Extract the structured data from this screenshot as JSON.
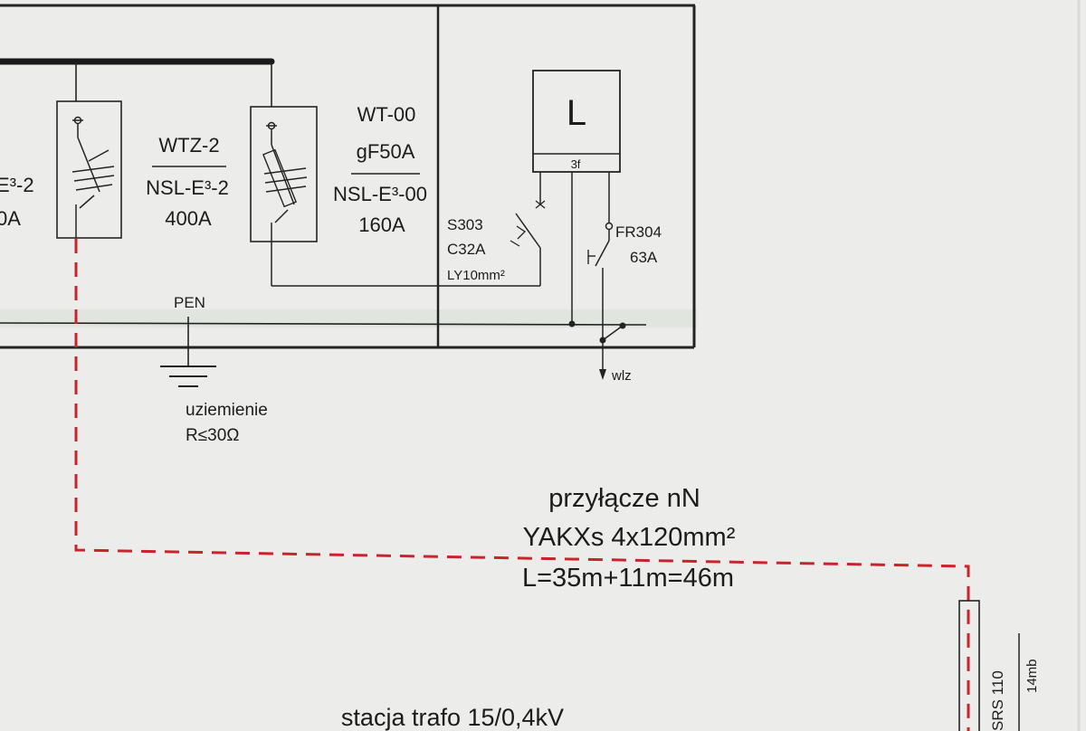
{
  "left_partial": {
    "line1": "E³-2",
    "line2": "0A"
  },
  "wtz2": {
    "name": "WTZ-2",
    "fuse": "NSL-E³-2",
    "rating": "400A"
  },
  "wt00": {
    "name": "WT-00",
    "fuse_type": "gF50A",
    "fuse": "NSL-E³-00",
    "rating": "160A"
  },
  "meter": {
    "symbol": "L",
    "phase": "3f"
  },
  "s303": {
    "name": "S303",
    "rating": "C32A",
    "cable": "LY10mm²"
  },
  "fr304": {
    "name": "FR304",
    "rating": "63A"
  },
  "pen": {
    "label": "PEN"
  },
  "grounding": {
    "label": "uziemienie",
    "resistance": "R≤30Ω"
  },
  "wlz": {
    "label": "wlz"
  },
  "connection": {
    "title": "przyłącze nN",
    "cable": "YAKXs 4x120mm²",
    "length": "L=35m+11m=46m"
  },
  "srs": {
    "name": "SRS 110",
    "length": "14mb"
  },
  "station": {
    "label": "stacja trafo 15/0,4kV"
  },
  "colors": {
    "line": "#232323",
    "cable_dash": "#c8242b",
    "paper": "#ecedeb"
  }
}
